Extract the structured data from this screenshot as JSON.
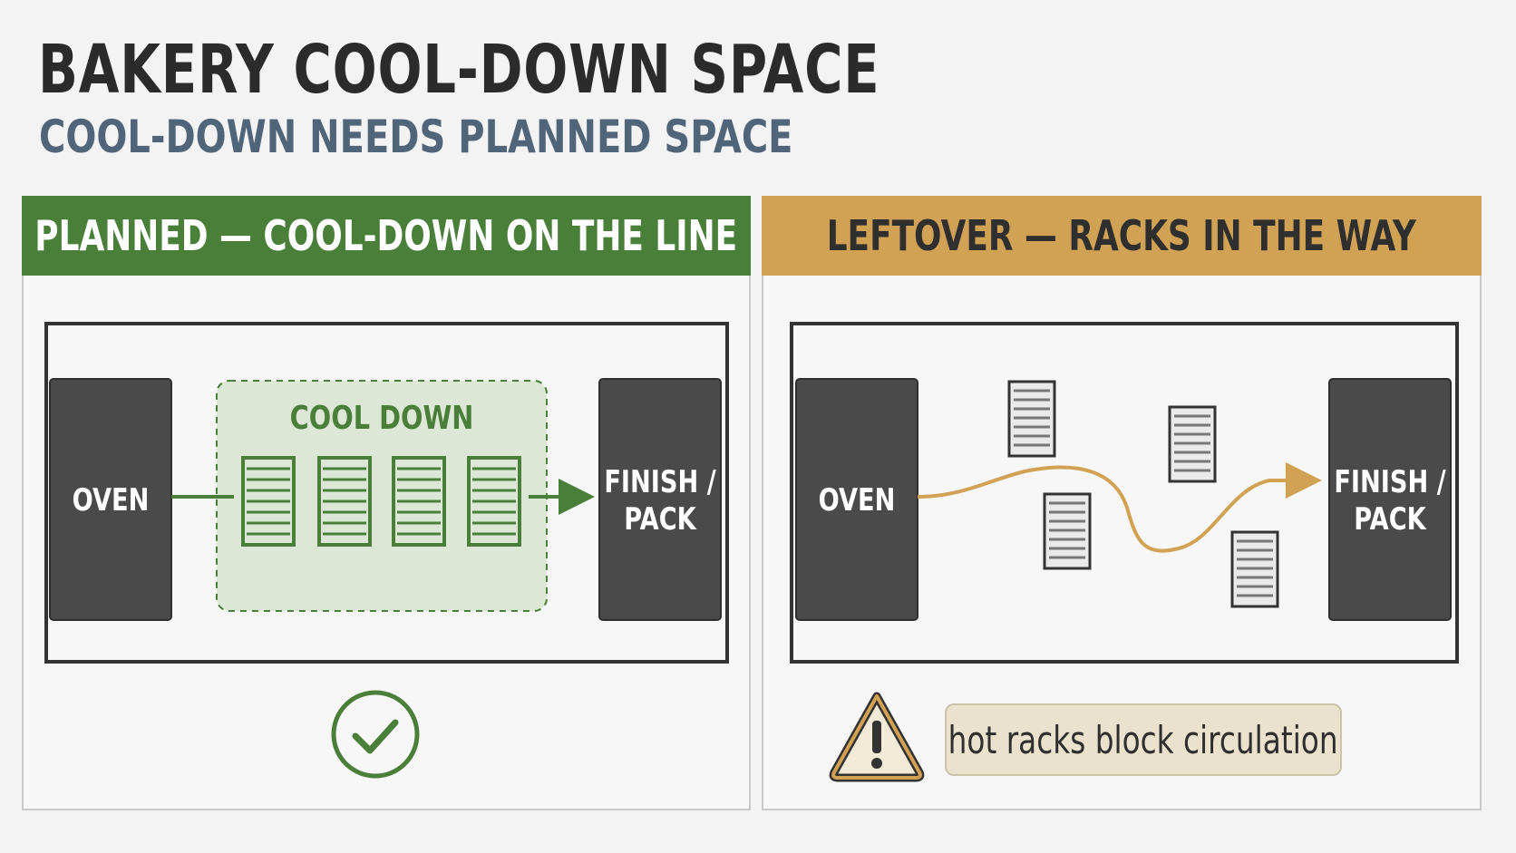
{
  "title": "BAKERY COOL-DOWN SPACE",
  "subtitle": "COOL-DOWN NEEDS PLANNED SPACE",
  "panels": {
    "planned": {
      "header": "PLANNED — COOL-DOWN ON THE LINE",
      "header_color": "#4a7f3a",
      "oven_label": "OVEN",
      "zone_label": "COOL DOWN",
      "finish_label_line1": "FINISH /",
      "finish_label_line2": "PACK",
      "rack_count": 4,
      "status_icon": "checkmark-circle-icon"
    },
    "leftover": {
      "header": "LEFTOVER — RACKS IN THE WAY",
      "header_color": "#d2a254",
      "oven_label": "OVEN",
      "finish_label_line1": "FINISH /",
      "finish_label_line2": "PACK",
      "rack_count": 4,
      "status_icon": "warning-triangle-icon",
      "warning_text": "hot racks block circulation"
    }
  },
  "colors": {
    "equipment": "#4a4a4a",
    "planned_accent": "#4a7f3a",
    "leftover_accent": "#d2a254"
  }
}
